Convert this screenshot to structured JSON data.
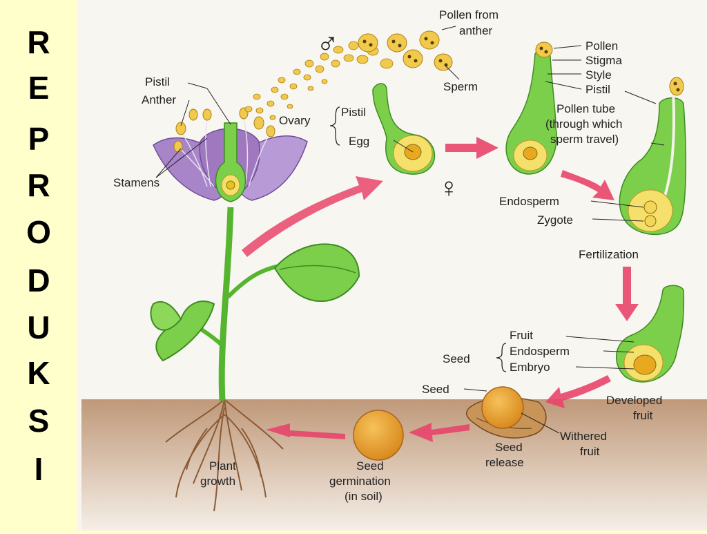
{
  "title_letters": [
    "R",
    "E",
    "P",
    "R",
    "O",
    "D",
    "U",
    "K",
    "S",
    "I"
  ],
  "labels": {
    "pistil_flower": "Pistil",
    "anther": "Anther",
    "stamens": "Stamens",
    "pollen_from_anther_1": "Pollen from",
    "pollen_from_anther_2": "anther",
    "male_symbol": "♂",
    "sperm": "Sperm",
    "ovary": "Ovary",
    "pistil_ovary": "Pistil",
    "egg": "Egg",
    "female_symbol": "♀",
    "pollen": "Pollen",
    "stigma": "Stigma",
    "style": "Style",
    "pistil_right": "Pistil",
    "pollen_tube_1": "Pollen tube",
    "pollen_tube_2": "(through which",
    "pollen_tube_3": "sperm travel)",
    "endosperm": "Endosperm",
    "zygote": "Zygote",
    "fertilization": "Fertilization",
    "fruit": "Fruit",
    "seed_brace": "Seed",
    "endosperm_2": "Endosperm",
    "embryo": "Embryo",
    "seed": "Seed",
    "developed_fruit_1": "Developed",
    "developed_fruit_2": "fruit",
    "withered_fruit_1": "Withered",
    "withered_fruit_2": "fruit",
    "seed_release_1": "Seed",
    "seed_release_2": "release",
    "seed_germination_1": "Seed",
    "seed_germination_2": "germination",
    "seed_germination_3": "(in soil)",
    "plant_growth_1": "Plant",
    "plant_growth_2": "growth"
  },
  "colors": {
    "background": "#FFFFCC",
    "panel": "#F8F6F1",
    "plant_green": "#7CCF4A",
    "petal_purple": "#A884C8",
    "ovule_yellow": "#E8C21E",
    "arrow_pink": "#E8456A",
    "soil": "#B98E6C"
  }
}
